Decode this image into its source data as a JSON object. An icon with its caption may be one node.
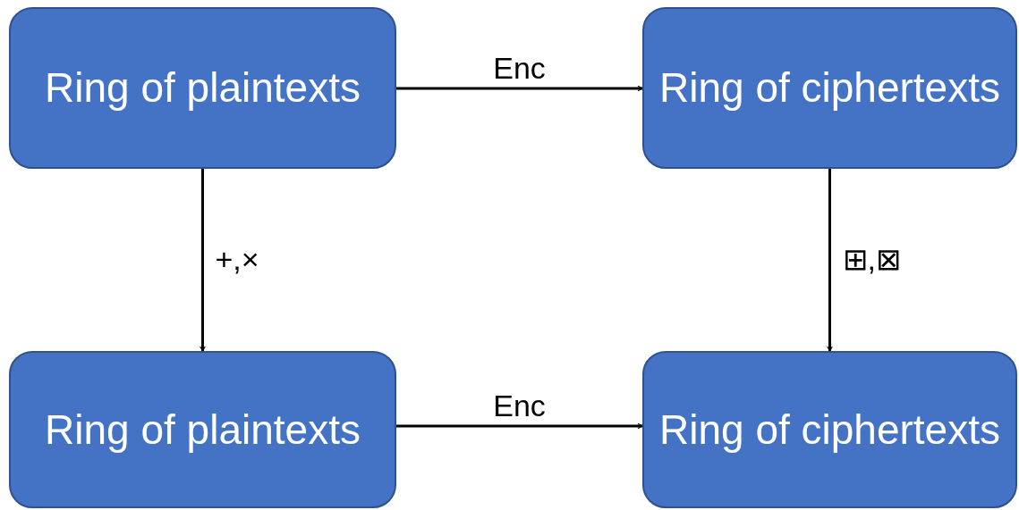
{
  "diagram": {
    "nodes": [
      {
        "text": [
          "Ring of plaintexts"
        ]
      },
      {
        "text": [
          "Ring of ciphertexts"
        ]
      },
      {
        "text": [
          "Ring of plaintexts"
        ]
      },
      {
        "text": [
          "Ring of ciphertexts"
        ]
      }
    ],
    "edges": [
      {
        "from": 0,
        "to": 1,
        "arrow": "to",
        "label": "Enc"
      },
      {
        "from": 0,
        "to": 2,
        "arrow": "to",
        "label": "+,×"
      },
      {
        "from": 1,
        "to": 3,
        "arrow": "to",
        "label": "⊞,⊠"
      },
      {
        "from": 2,
        "to": 3,
        "arrow": "to",
        "label": "Enc"
      }
    ]
  }
}
